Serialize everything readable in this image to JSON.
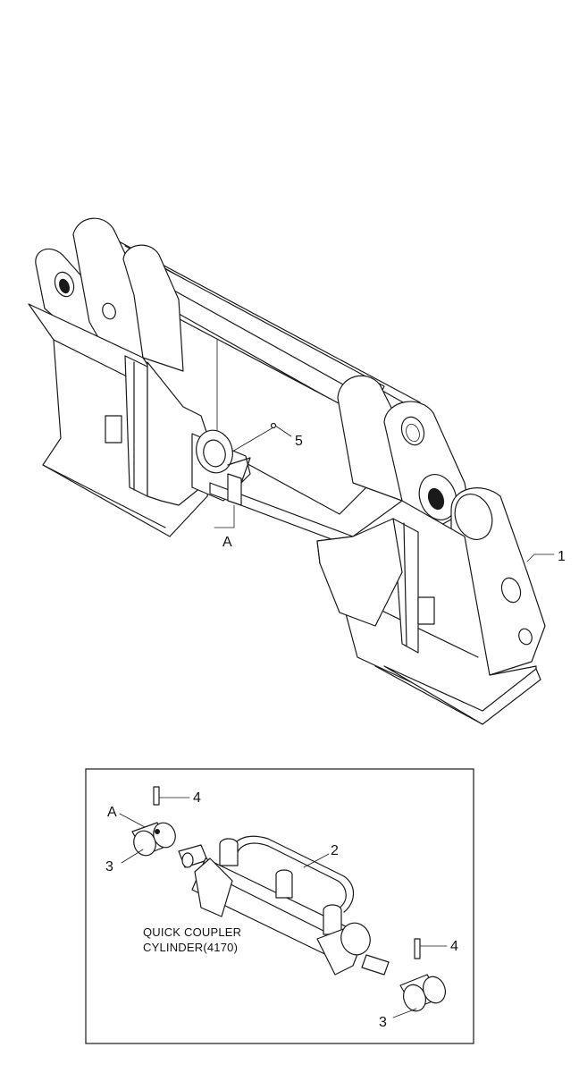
{
  "callouts": {
    "part_1": "1",
    "part_5": "5",
    "view_a_main": "A",
    "view_a_detail": "A",
    "part_2": "2",
    "part_3_left": "3",
    "part_3_right": "3",
    "part_4_left": "4",
    "part_4_right": "4"
  },
  "detail_note": {
    "line1": "QUICK COUPLER",
    "line2": "CYLINDER(4170)"
  },
  "colors": {
    "line": "#1a1a1a",
    "background": "#ffffff"
  }
}
